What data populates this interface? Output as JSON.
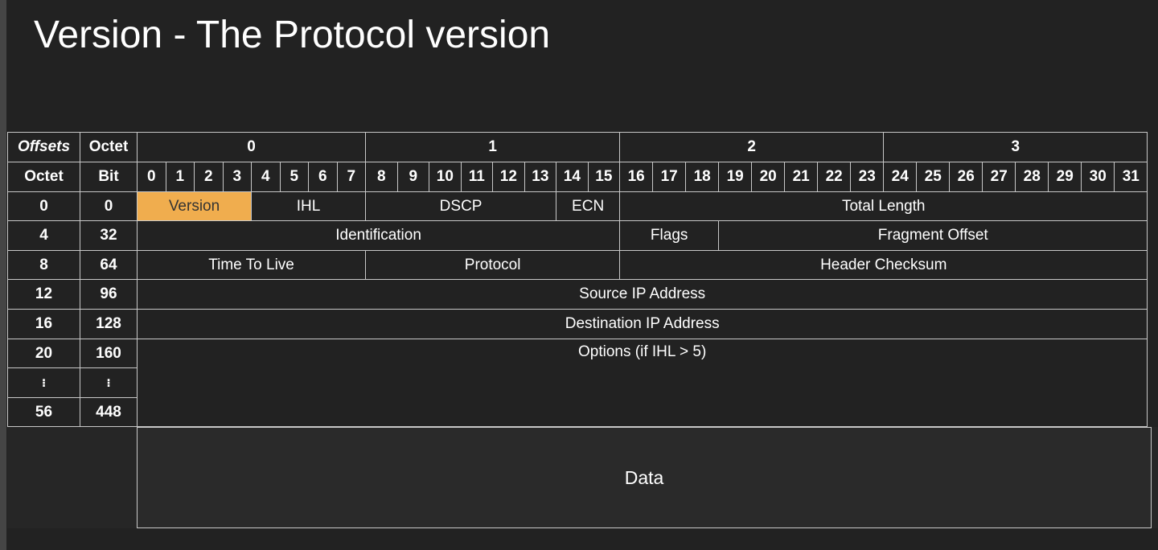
{
  "title": "Version - The Protocol version",
  "highlight_color": "#f0ad4e",
  "header": {
    "offsets_label": "Offsets",
    "octet_label": "Octet",
    "octet_row_label": "Octet",
    "bit_row_label": "Bit",
    "octet_numbers": [
      "0",
      "1",
      "2",
      "3"
    ],
    "bit_numbers": [
      "0",
      "1",
      "2",
      "3",
      "4",
      "5",
      "6",
      "7",
      "8",
      "9",
      "10",
      "11",
      "12",
      "13",
      "14",
      "15",
      "16",
      "17",
      "18",
      "19",
      "20",
      "21",
      "22",
      "23",
      "24",
      "25",
      "26",
      "27",
      "28",
      "29",
      "30",
      "31"
    ]
  },
  "rows": [
    {
      "octet": "0",
      "bit": "0"
    },
    {
      "octet": "4",
      "bit": "32"
    },
    {
      "octet": "8",
      "bit": "64"
    },
    {
      "octet": "12",
      "bit": "96"
    },
    {
      "octet": "16",
      "bit": "128"
    },
    {
      "octet": "20",
      "bit": "160"
    },
    {
      "octet": "⁝",
      "bit": "⁝"
    },
    {
      "octet": "56",
      "bit": "448"
    }
  ],
  "fields": {
    "version": "Version",
    "ihl": "IHL",
    "dscp": "DSCP",
    "ecn": "ECN",
    "total_length": "Total Length",
    "identification": "Identification",
    "flags": "Flags",
    "fragment_offset": "Fragment Offset",
    "ttl": "Time To Live",
    "protocol": "Protocol",
    "header_checksum": "Header Checksum",
    "source_ip": "Source IP Address",
    "destination_ip": "Destination IP Address",
    "options": "Options (if IHL > 5)"
  },
  "data_label": "Data"
}
